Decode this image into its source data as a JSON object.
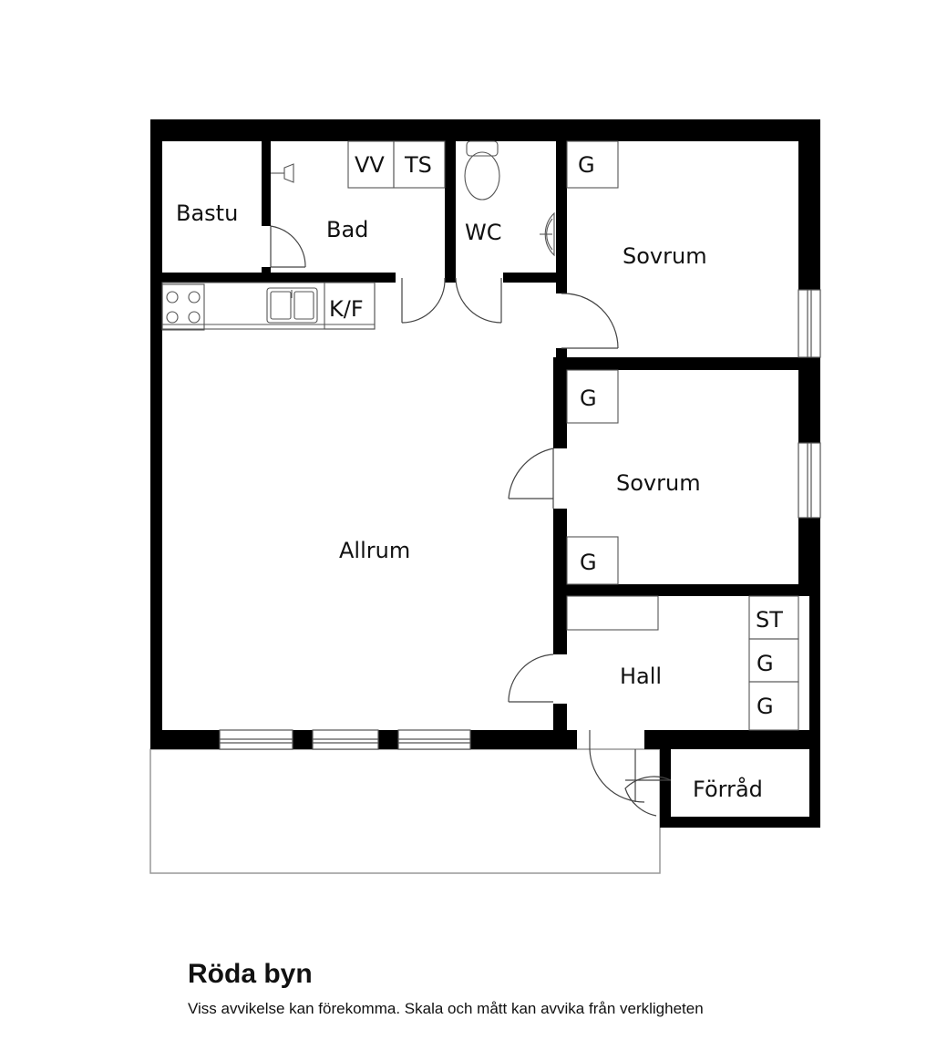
{
  "rooms": {
    "bastu": "Bastu",
    "bad": "Bad",
    "vv": "VV",
    "ts": "TS",
    "wc": "WC",
    "sovrum1": "Sovrum",
    "sovrum2": "Sovrum",
    "kf": "K/F",
    "allrum": "Allrum",
    "hall": "Hall",
    "st": "ST",
    "forrad": "Förråd",
    "g": "G"
  },
  "footer": {
    "title": "Röda byn",
    "note": "Viss avvikelse kan förekomma. Skala och mått kan avvika från verkligheten"
  }
}
